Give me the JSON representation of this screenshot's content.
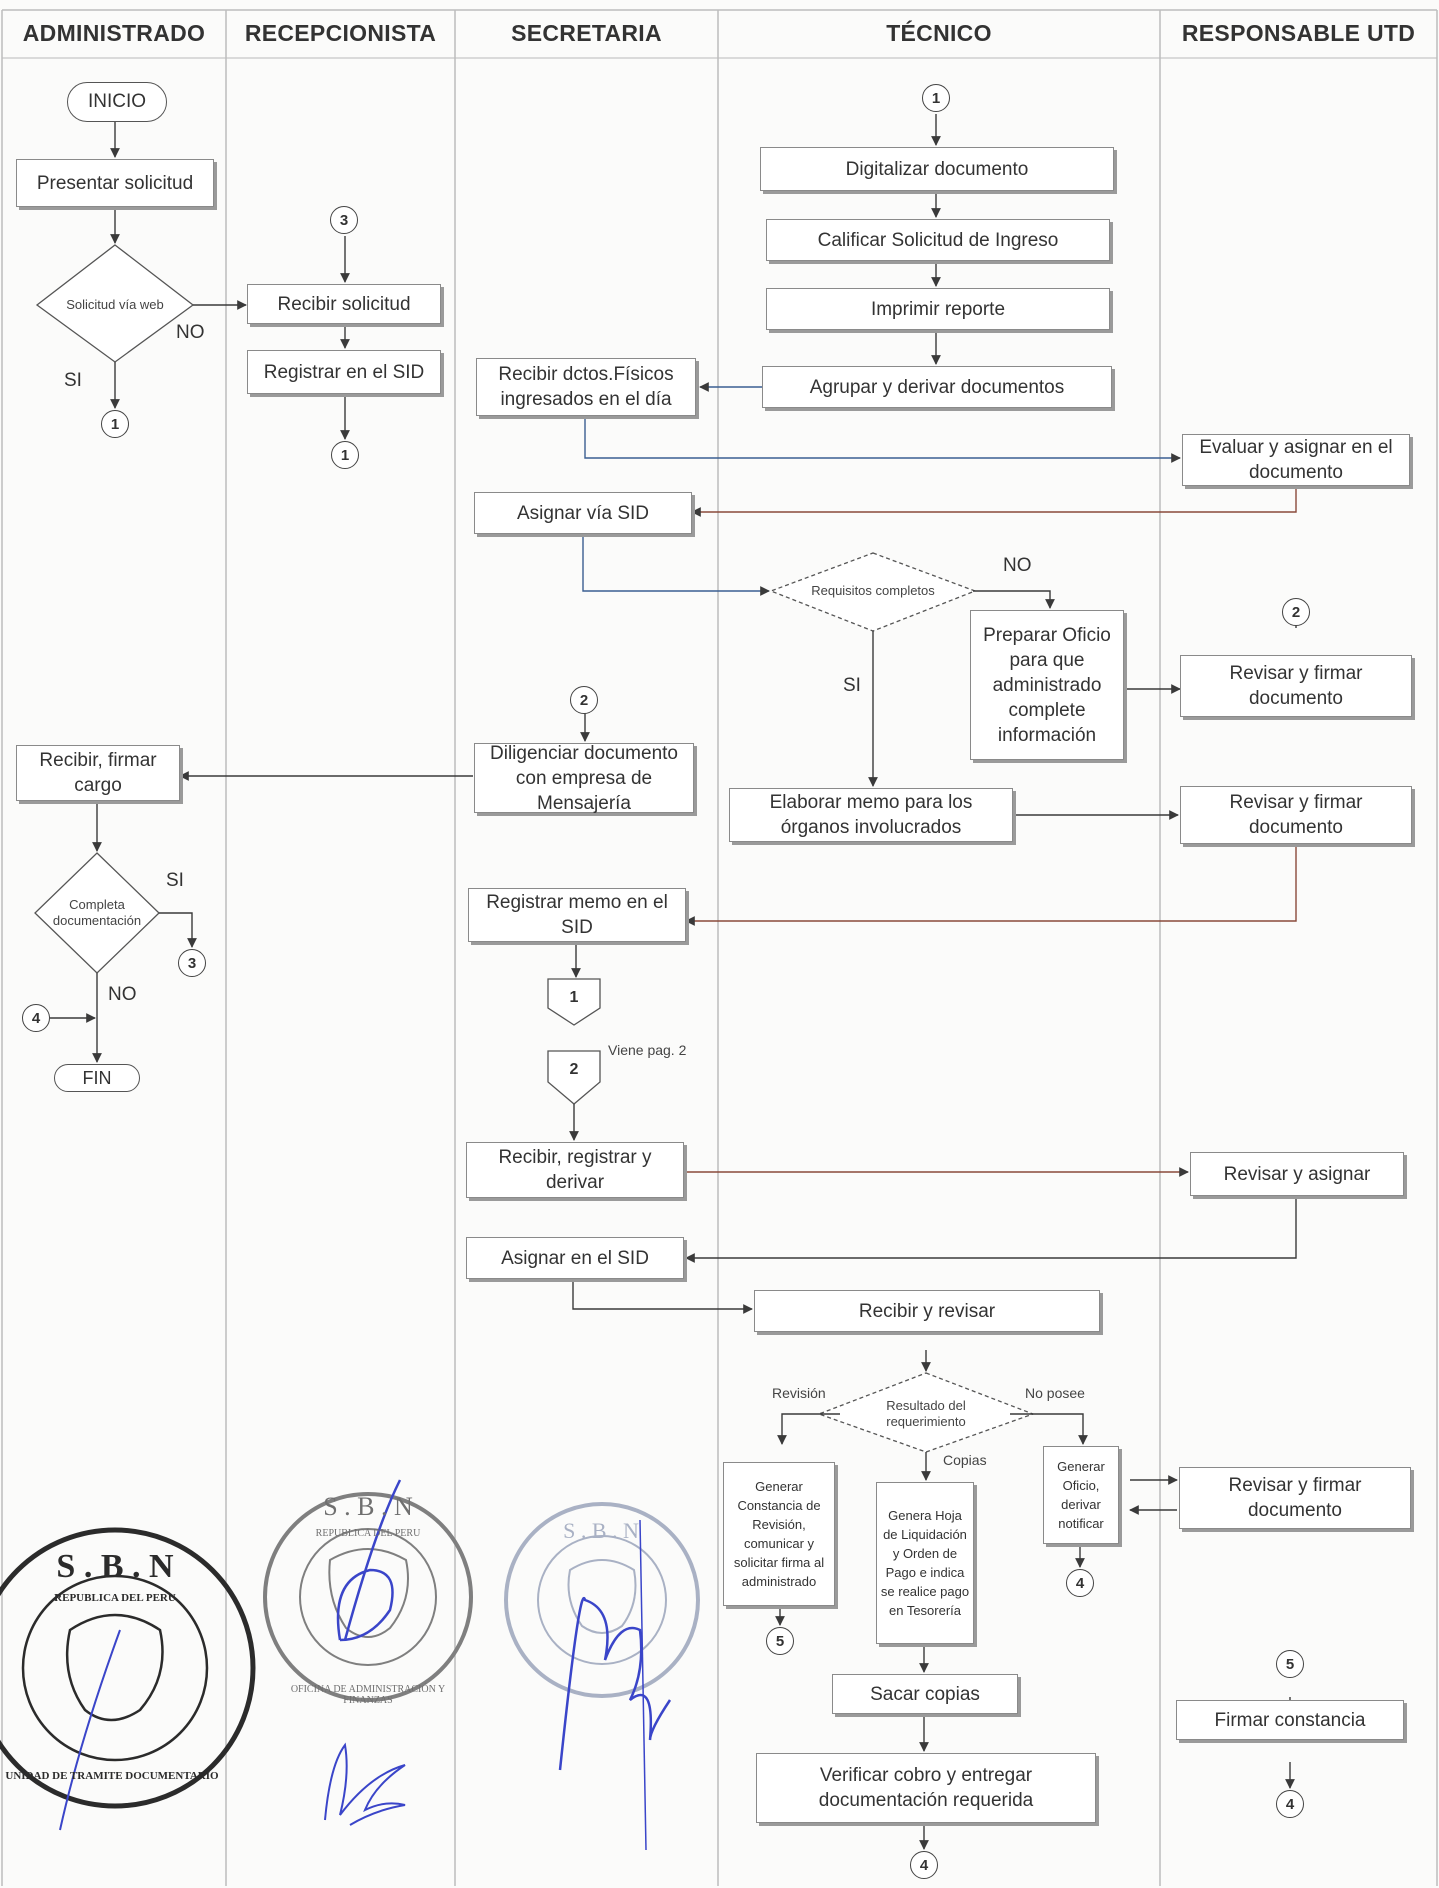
{
  "lanes": [
    "ADMINISTRADO",
    "RECEPCIONISTA",
    "SECRETARIA",
    "TÉCNICO",
    "RESPONSABLE UTD"
  ],
  "start": "INICIO",
  "end": "FIN",
  "steps": {
    "presentar": "Presentar solicitud",
    "dec_web": "Solicitud vía web",
    "recibir_sol": "Recibir solicitud",
    "registrar_sid": "Registrar en el SID",
    "digitalizar": "Digitalizar documento",
    "calificar": "Calificar Solicitud de Ingreso",
    "imprimir": "Imprimir reporte",
    "agrupar": "Agrupar y derivar documentos",
    "recibir_dctos": "Recibir dctos.Físicos ingresados en el día",
    "evaluar": "Evaluar y asignar en el documento",
    "asignar_sid": "Asignar vía SID",
    "dec_requisitos": "Requisitos completos",
    "preparar_oficio": "Preparar Oficio para que administrado complete información",
    "revisar_firmar_1": "Revisar y firmar documento",
    "diligenciar": "Diligenciar documento con empresa de Mensajería",
    "recibir_firmar": "Recibir, firmar cargo",
    "elaborar_memo": "Elaborar memo para los órganos involucrados",
    "revisar_firmar_2": "Revisar y firmar documento",
    "dec_completa": "Completa documentación",
    "registrar_memo": "Registrar memo en el SID",
    "recibir_registrar": "Recibir, registrar y derivar",
    "revisar_asignar": "Revisar y asignar",
    "asignar_en_sid": "Asignar en el SID",
    "recibir_revisar": "Recibir y revisar",
    "dec_resultado": "Resultado del requerimiento",
    "generar_constancia": "Generar Constancia de Revisión, comunicar y solicitar firma al administrado",
    "genera_hoja": "Genera Hoja de Liquidación y Orden de Pago e indica se realice pago en Tesorería",
    "generar_oficio": "Generar Oficio, derivar notificar",
    "revisar_firmar_3": "Revisar y firmar documento",
    "sacar_copias": "Sacar copias",
    "firmar_constancia": "Firmar constancia",
    "verificar": "Verificar cobro y entregar documentación requerida"
  },
  "labels": {
    "si": "SI",
    "no": "NO",
    "revision": "Revisión",
    "no_posee": "No posee",
    "copias": "Copias",
    "viene": "Viene pag. 2"
  },
  "connectors": {
    "c1": "1",
    "c2": "2",
    "c3": "3",
    "c4": "4",
    "c5": "5"
  },
  "stamps": {
    "admin_letters": "S . B . N",
    "admin_ring": "UNIDAD DE TRAMITE DOCUMENTARIO",
    "admin_inner": "REPUBLICA DEL PERU",
    "recep_letters": "S . B . N",
    "recep_ring": "OFICINA DE ADMINISTRACIÓN Y FINANZAS",
    "recep_inner": "REPUBLICA DEL PERU",
    "secre_letters": "S . B . N"
  },
  "colors": {
    "line": "#5a5a5a",
    "arrow_blue": "#3b5e91",
    "arrow_red": "#8a4a3a",
    "stamp_dark": "#2b2b2b",
    "stamp_light": "#9aa3b8",
    "signature": "#3a45c9"
  }
}
